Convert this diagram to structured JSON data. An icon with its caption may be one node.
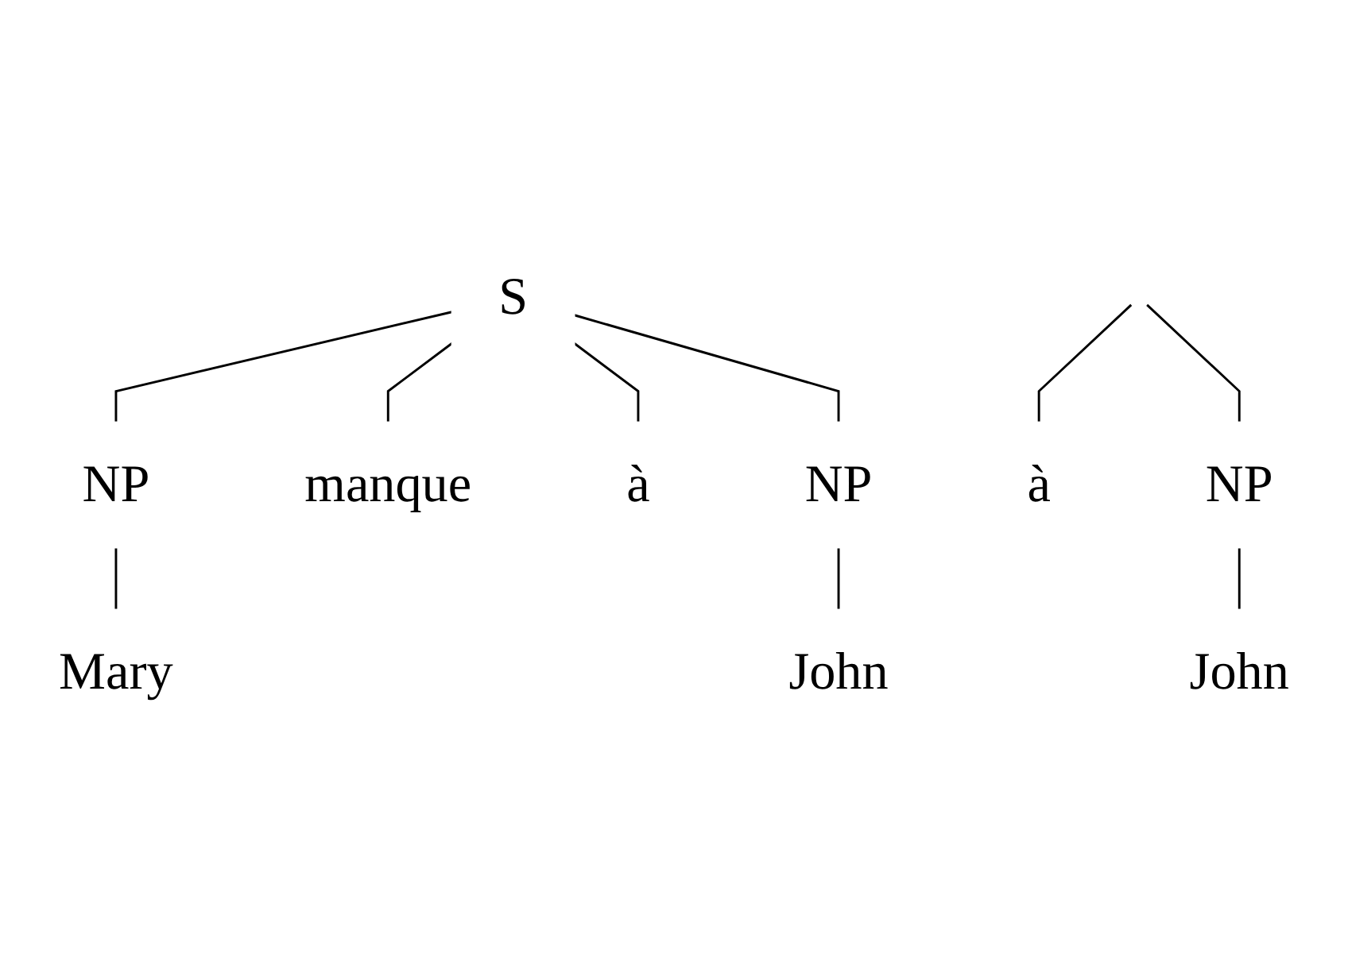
{
  "diagram": {
    "nodes": [
      {
        "text": [
          "S"
        ]
      },
      {
        "text": [
          "NP"
        ]
      },
      {
        "text": [
          "manque"
        ]
      },
      {
        "text": [
          "à"
        ]
      },
      {
        "text": [
          "NP"
        ]
      },
      {
        "text": [
          "Mary"
        ]
      },
      {
        "text": [
          "John"
        ]
      },
      {
        "text": [
          "à"
        ]
      },
      {
        "text": [
          "NP"
        ]
      },
      {
        "text": [
          "John"
        ]
      }
    ],
    "edges": [
      {
        "from": 0,
        "to": 1,
        "arrow": "none"
      },
      {
        "from": 0,
        "to": 2,
        "arrow": "none"
      },
      {
        "from": 0,
        "to": 3,
        "arrow": "none"
      },
      {
        "from": 0,
        "to": 4,
        "arrow": "none"
      },
      {
        "from": 1,
        "to": 5,
        "arrow": "none"
      },
      {
        "from": 4,
        "to": 6,
        "arrow": "none"
      },
      {
        "from": null,
        "to": 7,
        "arrow": "none"
      },
      {
        "from": null,
        "to": 8,
        "arrow": "none"
      },
      {
        "from": 8,
        "to": 9,
        "arrow": "none"
      }
    ]
  }
}
